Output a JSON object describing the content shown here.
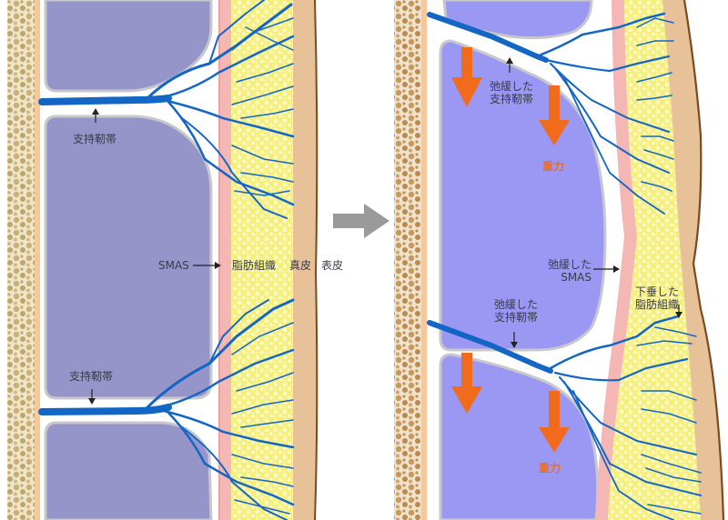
{
  "colors": {
    "bone": "#c9b07a",
    "bone_light": "#efe6c8",
    "periosteum": "#f8c89a",
    "muscle_normal": "#9595c9",
    "muscle_sagged": "#9a98f2",
    "muscle_outline": "#c8c8cc",
    "ligament": "#1466c4",
    "smas": "#f4b7b4",
    "fat": "#f5ef7a",
    "dermis": "#e7c197",
    "epidermis": "#7a4a22",
    "gravity_arrow": "#f26a1b",
    "transition_arrow": "#9a9a9a",
    "label_text": "#3a3a4a"
  },
  "left_panel": {
    "title": "normal",
    "labels": {
      "ligament_top": "支持靭帯",
      "ligament_bottom": "支持靭帯",
      "smas": "SMAS",
      "fat": "脂肪組織",
      "dermis": "真皮",
      "epidermis": "表皮"
    }
  },
  "right_panel": {
    "title": "aged",
    "labels": {
      "ligament_top_line1": "弛緩した",
      "ligament_top_line2": "支持靭帯",
      "gravity_top": "重力",
      "smas_line1": "弛緩した",
      "smas_line2": "SMAS",
      "fat_line1": "下垂した",
      "fat_line2": "脂肪組織",
      "ligament_bottom_line1": "弛緩した",
      "ligament_bottom_line2": "支持靭帯",
      "gravity_bottom": "重力"
    }
  },
  "transition": {
    "icon": "right-arrow-icon"
  }
}
